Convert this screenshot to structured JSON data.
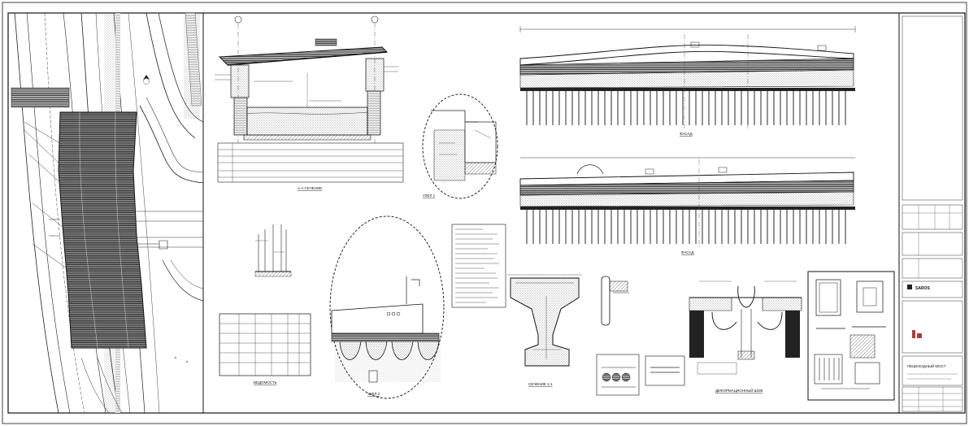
{
  "sheet": {
    "background": "#ffffff",
    "line_color": "#111111",
    "hatch_color": "#333333"
  },
  "views": {
    "section_a": "A-A СЕЧЕНИЕ",
    "detail_1": "УЗЕЛ 1",
    "facade_1": "ФАСАД",
    "facade_2": "ФАСАД",
    "node_2": "УЗЕЛ 2",
    "beam_section": "СЕЧЕНИЕ 1-1",
    "joint_detail": "ДЕФОРМАЦИОННЫЙ ШОВ",
    "spec_table": "ВЕДОМОСТЬ"
  },
  "title_block": {
    "company": "SAROS",
    "project": "ПЕШЕХОДНЫЙ МОСТ"
  }
}
